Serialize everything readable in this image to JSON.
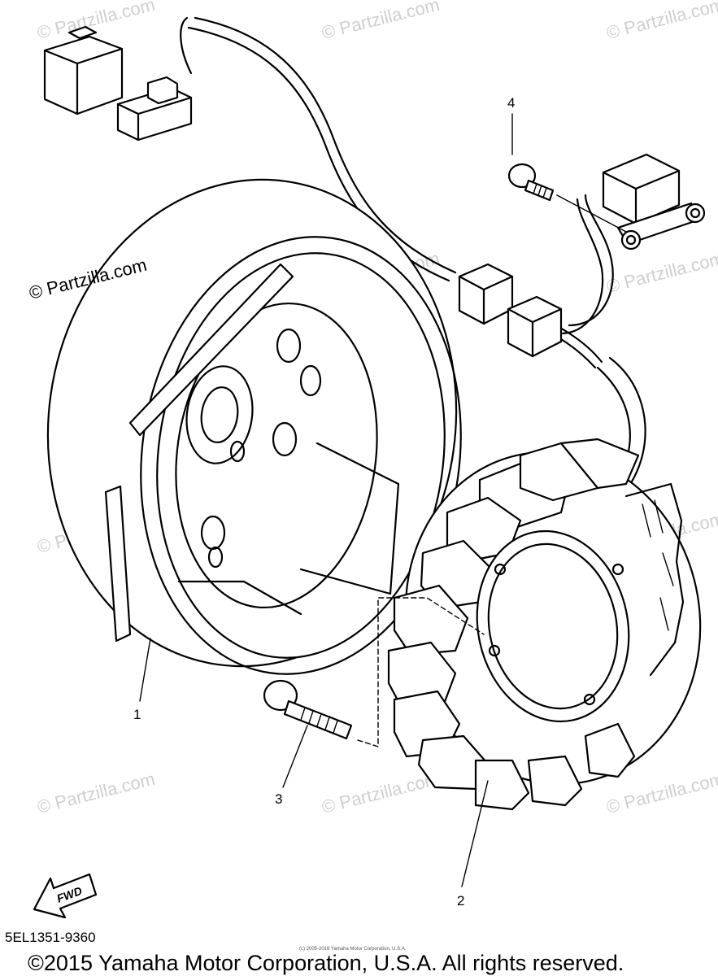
{
  "watermark_main": "© Partzilla.com",
  "watermark_repeat": "© Partzilla.com",
  "callouts": {
    "c1": "1",
    "c2": "2",
    "c3": "3",
    "c4": "4"
  },
  "fwd_label": "FWD",
  "diagram_code": "5EL1351-9360",
  "small_notice": "(c) 2005-2016 Yamaha Motor Corporation, U.S.A.",
  "copyright": "©2015 Yamaha Motor Corporation, U.S.A. All rights reserved."
}
